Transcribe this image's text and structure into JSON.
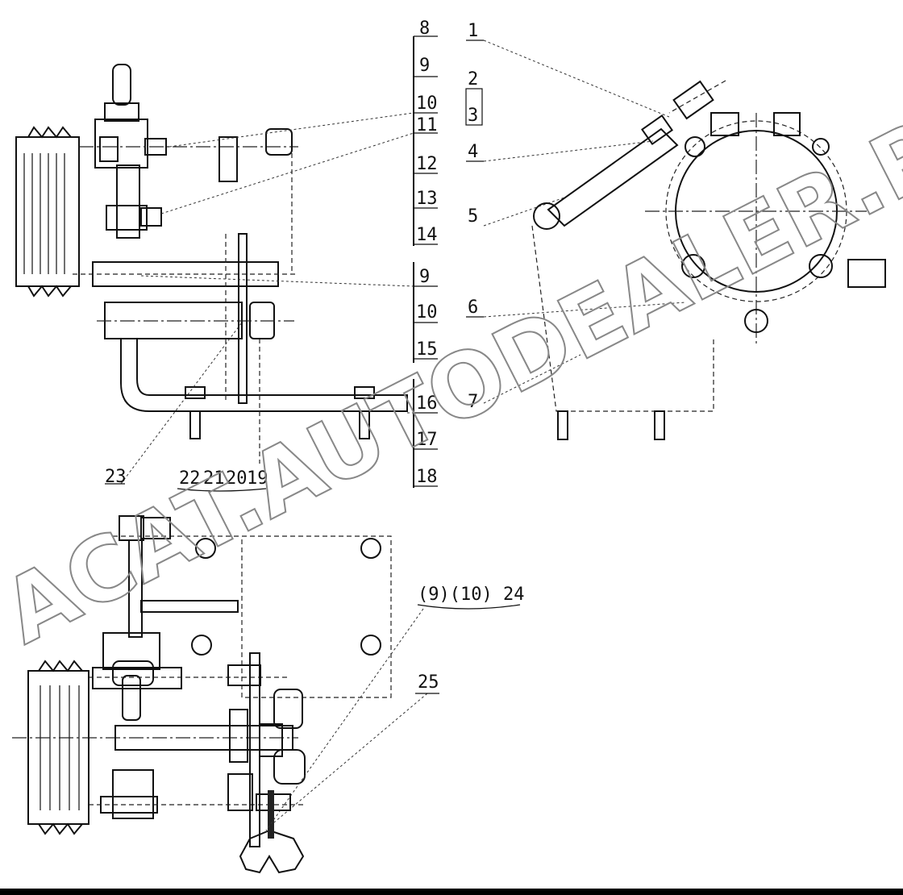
{
  "labels": {
    "c1": [
      "8",
      "9",
      "10",
      "11",
      "12",
      "13",
      "14"
    ],
    "c1b": [
      "9",
      "10",
      "15",
      "16",
      "17",
      "18"
    ],
    "right": [
      "1",
      "2",
      "3",
      "4",
      "5",
      "6",
      "7"
    ],
    "bottom1": "23",
    "bottom_group": [
      "22",
      "21",
      "20",
      "19"
    ],
    "lower_group": "(9)(10) 24",
    "lower25": "25"
  },
  "watermark": "ACAT.AUTODEALER.RU"
}
